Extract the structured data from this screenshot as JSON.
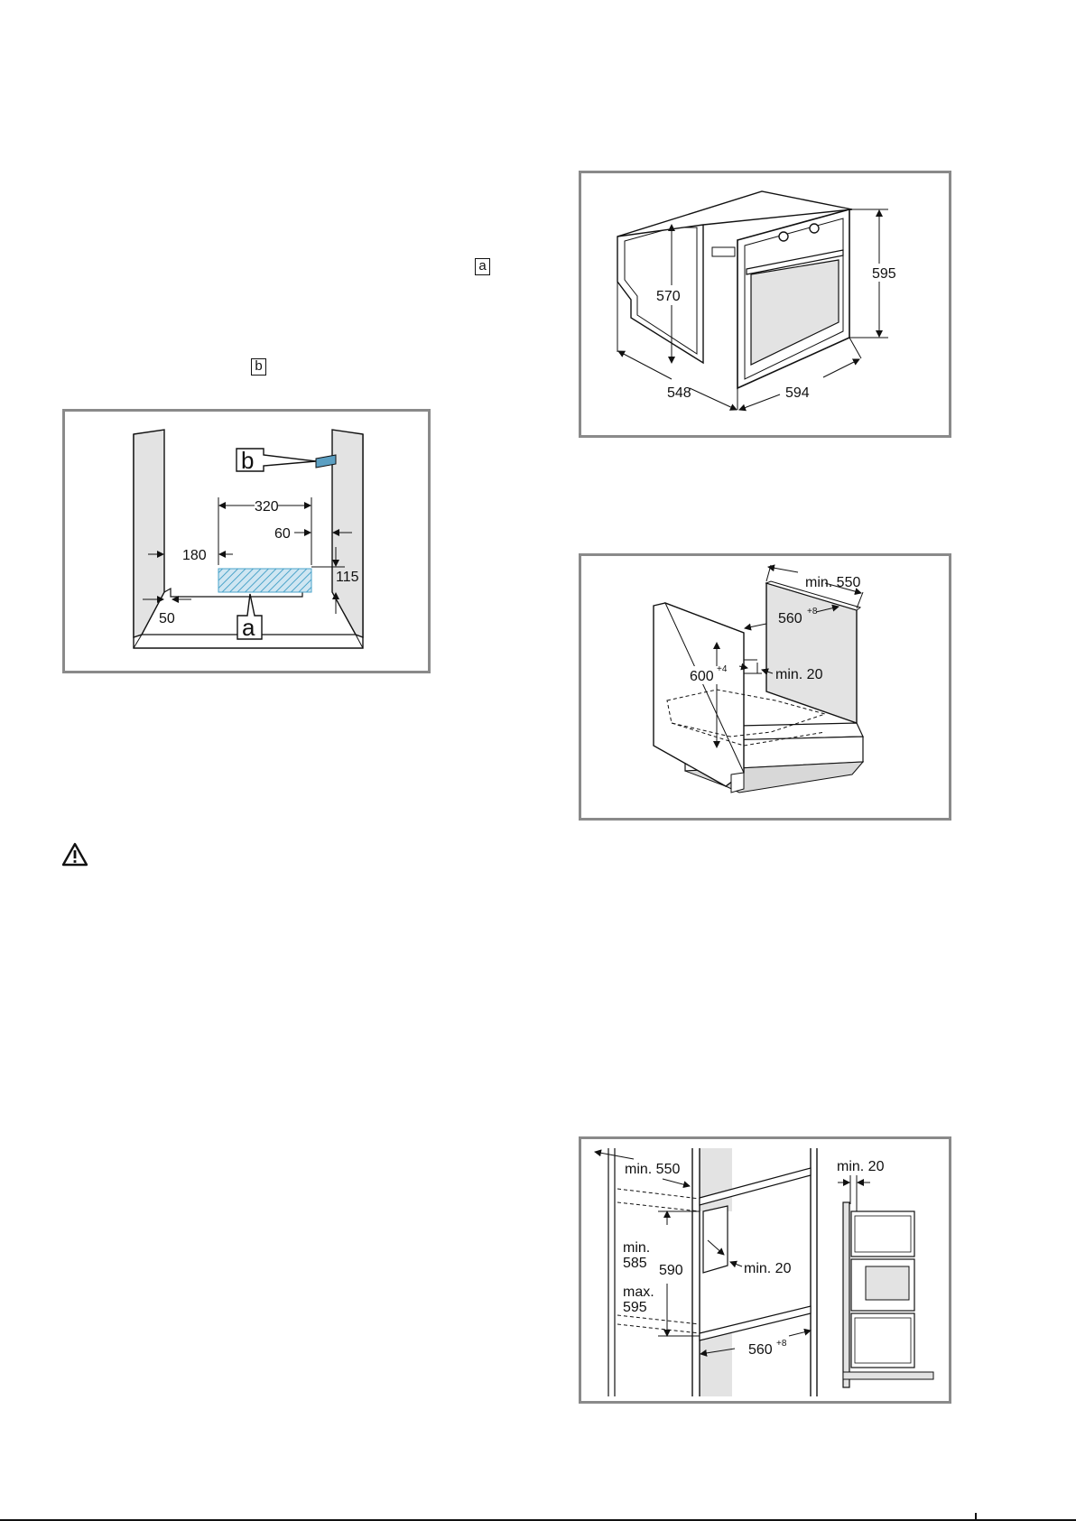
{
  "markers": {
    "a": "a",
    "b": "b"
  },
  "fig_cutout": {
    "callout_a": "a",
    "callout_b": "b",
    "dims": {
      "d320": "320",
      "d60": "60",
      "d180": "180",
      "d115": "115",
      "d50": "50"
    }
  },
  "fig_oven": {
    "dims": {
      "h570": "570",
      "h595": "595",
      "d548": "548",
      "w594": "594"
    }
  },
  "fig_under_counter": {
    "dims": {
      "min550": "min. 550",
      "w560": "560",
      "w560_sup": "+8",
      "h600": "600",
      "h600_sup": "+4",
      "min20": "min. 20"
    }
  },
  "fig_tall_unit": {
    "dims": {
      "min550": "min. 550",
      "min20_top": "min. 20",
      "min_label": "min.",
      "min585": "585",
      "h590": "590",
      "max_label": "max.",
      "max595": "595",
      "min20_mid": "min. 20",
      "w560": "560",
      "w560_sup": "+8"
    }
  },
  "colors": {
    "frame": "#8a8a8a",
    "panel": "#e3e3e3",
    "hatch": "#4aa3c9",
    "bracket": "#5b9fc2"
  },
  "icons": [
    "warning-icon"
  ]
}
